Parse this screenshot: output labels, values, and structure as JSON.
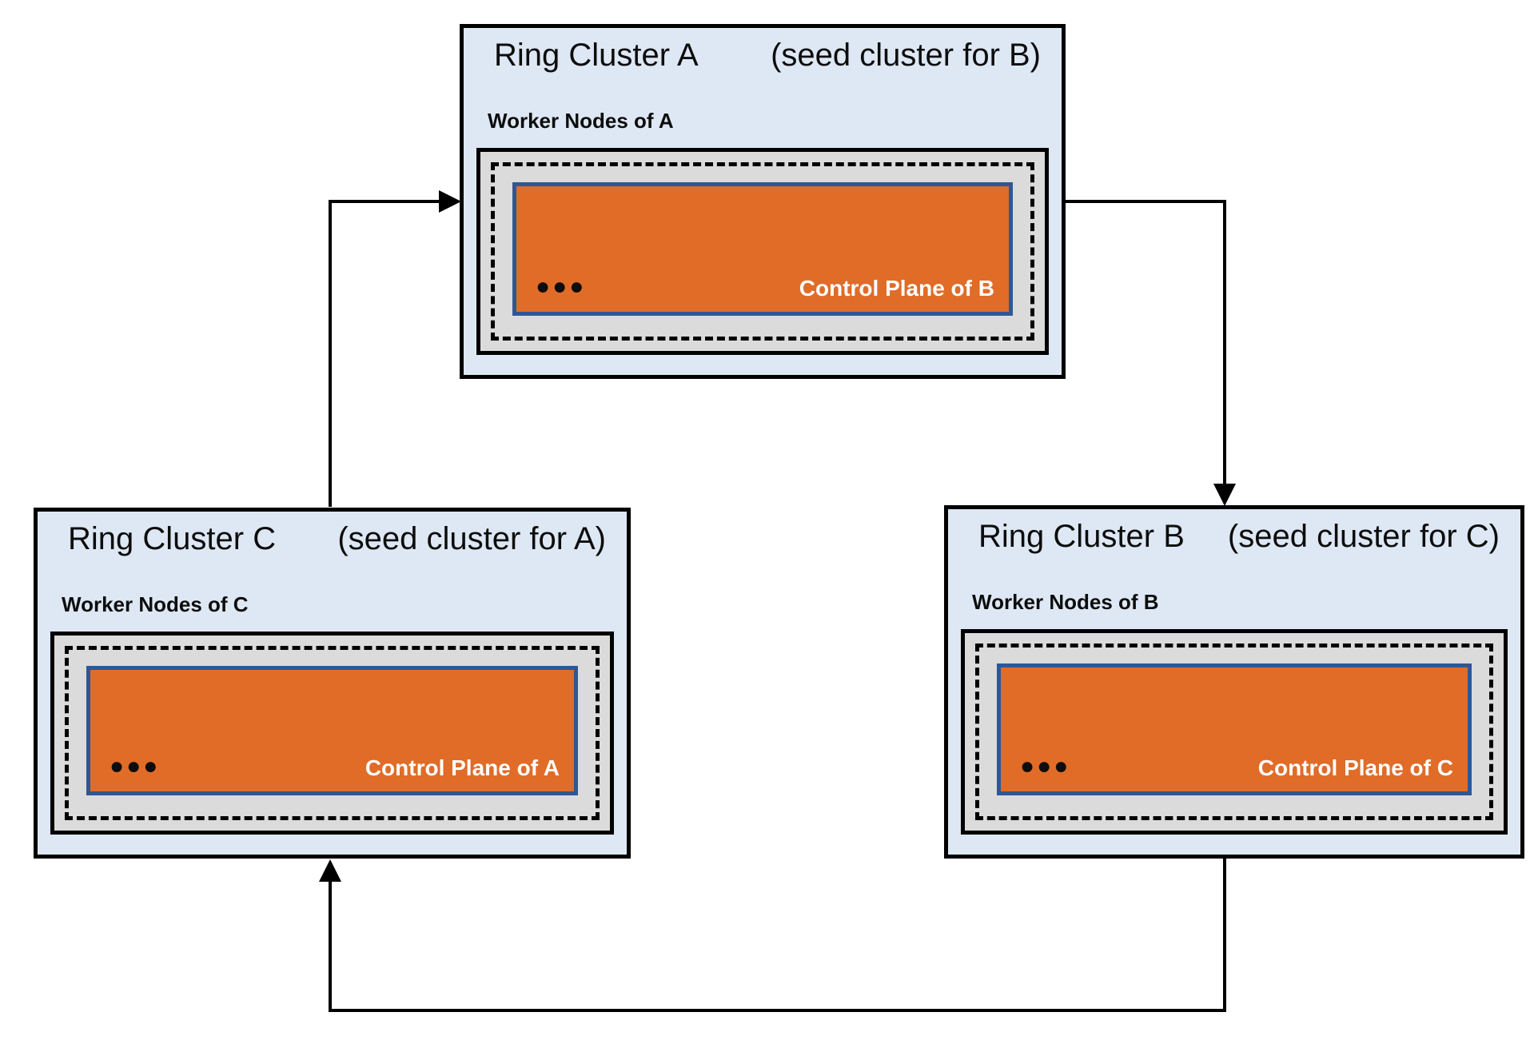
{
  "colors": {
    "cluster_fill": "#DEE8F4",
    "worker_fill": "#DBDBDB",
    "control_fill": "#E06C28",
    "control_border": "#2F5795",
    "line_color": "#000000",
    "text_color": "#0D0D0D",
    "control_label_color": "#FFFFFF"
  },
  "diagram": {
    "clusters": [
      {
        "name": "Ring Cluster A",
        "seed_note": "(seed cluster for B)",
        "worker_label": "Worker Nodes of A",
        "control_label": "Control Plane of B",
        "ellipsis": "●●●"
      },
      {
        "name": "Ring Cluster B",
        "seed_note": "(seed cluster for C)",
        "worker_label": "Worker Nodes of B",
        "control_label": "Control Plane of C",
        "ellipsis": "●●●"
      },
      {
        "name": "Ring Cluster C",
        "seed_note": "(seed cluster for A)",
        "worker_label": "Worker Nodes of C",
        "control_label": "Control Plane of A",
        "ellipsis": "●●●"
      }
    ],
    "relations": [
      {
        "from": "Ring Cluster A",
        "to": "Ring Cluster B"
      },
      {
        "from": "Ring Cluster B",
        "to": "Ring Cluster C"
      },
      {
        "from": "Ring Cluster C",
        "to": "Ring Cluster A"
      }
    ]
  }
}
